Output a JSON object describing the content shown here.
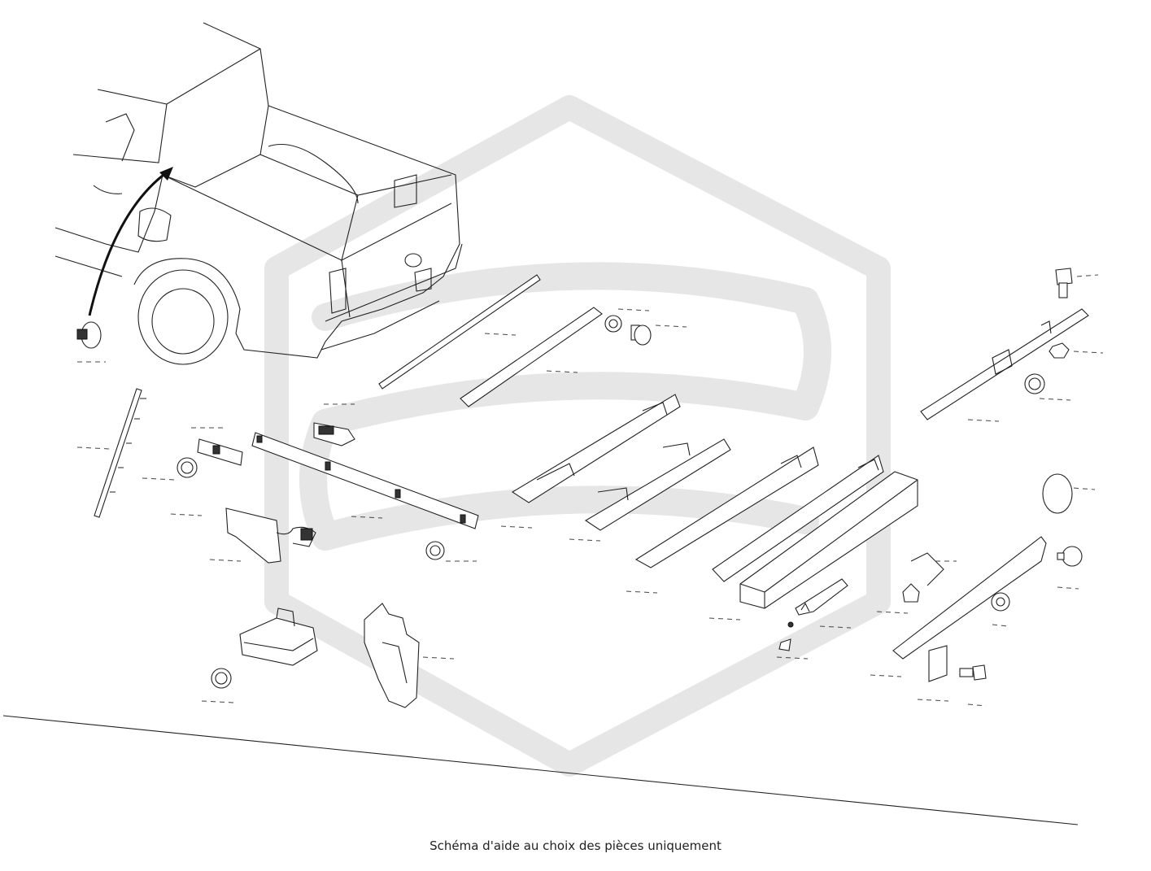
{
  "caption": "Schéma d'aide au choix des pièces uniquement",
  "colors": {
    "watermark": "#e6e6e6",
    "line": "#222222",
    "background": "#ffffff"
  },
  "icons": [
    "truck-outline",
    "watermark-logo",
    "push-clip-icon",
    "bolt-icon",
    "nut-icon",
    "grommet-icon"
  ],
  "parts": [
    "rear-truck-overview",
    "push-clip-top-left",
    "rail-strip-vertical",
    "push-clip-left",
    "label-plate",
    "mounting-plate-wiring",
    "long-rail-strip",
    "hinge-bracket",
    "push-clip-center",
    "rear-bracket-housing",
    "push-clip-bottom-left",
    "side-panel-trim",
    "rail-bar-top-1",
    "rail-bar-top-2",
    "grommet-ring",
    "bolt-top-center",
    "rail-assembly-1",
    "rail-assembly-2",
    "rail-assembly-3",
    "rail-assembly-4",
    "box-beam",
    "latch-assembly",
    "clip-small",
    "bolt-right-top",
    "bracket-long-right",
    "nut-right",
    "push-clip-right",
    "round-cover-cap",
    "push-clip-right-lower",
    "side-bracket-bottom-right",
    "nut-lower-right",
    "clip-holder",
    "flat-piece-small",
    "bolt-bottom-right"
  ]
}
